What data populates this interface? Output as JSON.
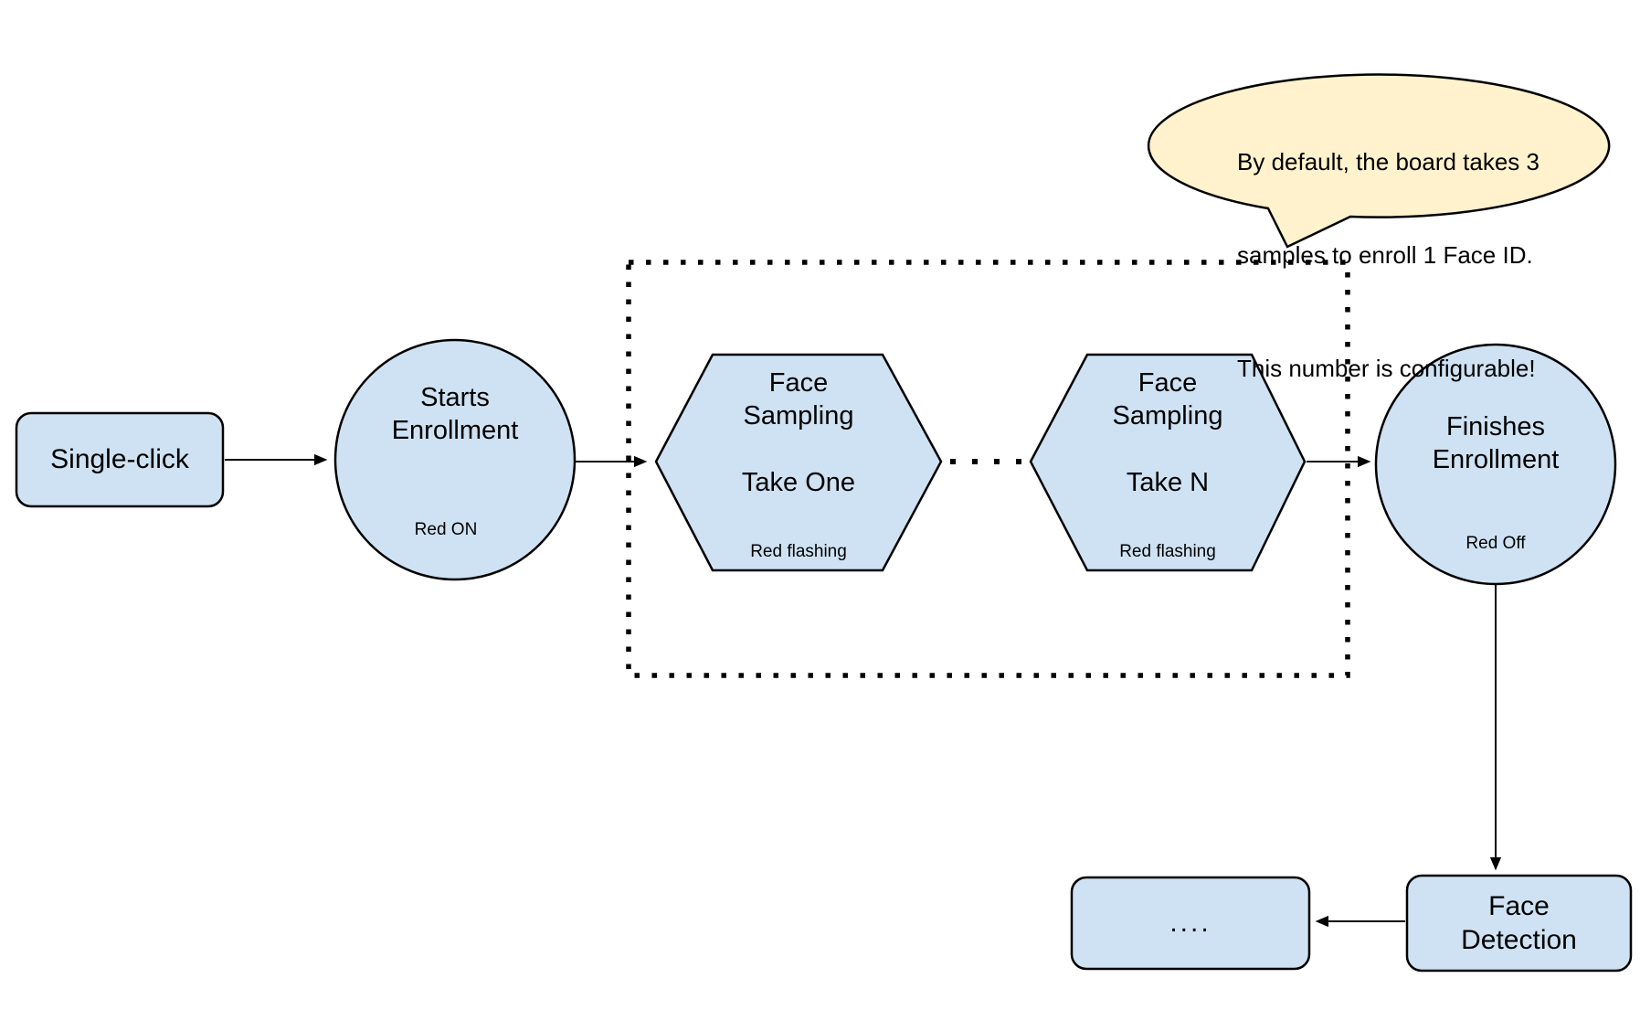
{
  "colors": {
    "node_fill": "#cfe2f3",
    "note_fill": "#fff2cc",
    "outline": "#000000"
  },
  "note_bubble": {
    "line1": "By default, the board takes 3",
    "line2": "samples to enroll 1 Face ID.",
    "line3": "This number is configurable!"
  },
  "nodes": {
    "single_click": {
      "label": "Single-click"
    },
    "starts_enrollment": {
      "title_line1": "Starts",
      "title_line2": "Enrollment",
      "led": "Red ON"
    },
    "face_sampling_one": {
      "title_line1": "Face",
      "title_line2": "Sampling",
      "take": "Take One",
      "led": "Red flashing"
    },
    "face_sampling_n": {
      "title_line1": "Face",
      "title_line2": "Sampling",
      "take": "Take N",
      "led": "Red flashing"
    },
    "finishes_enrollment": {
      "title_line1": "Finishes",
      "title_line2": "Enrollment",
      "led": "Red Off"
    },
    "face_detection": {
      "title_line1": "Face",
      "title_line2": "Detection"
    },
    "continuation": {
      "label": "...."
    }
  }
}
